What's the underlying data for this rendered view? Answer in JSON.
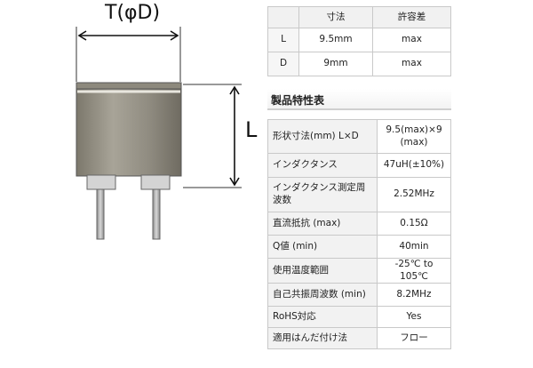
{
  "drawing": {
    "width_label": "T(φD)",
    "length_label": "L"
  },
  "dimension_table": {
    "headers": [
      "",
      "寸法",
      "許容差"
    ],
    "rows": [
      [
        "L",
        "9.5mm",
        "max"
      ],
      [
        "D",
        "9mm",
        "max"
      ]
    ]
  },
  "spec_heading": "製品特性表",
  "spec_table": {
    "rows": [
      {
        "label": "形状寸法(mm) L×D",
        "value_lines": [
          "9.5(max)×9",
          "(max)"
        ]
      },
      {
        "label": "インダクタンス",
        "value_lines": [
          "47uH(±10%)"
        ]
      },
      {
        "label_lines": [
          "インダクタンス測定周",
          "波数"
        ],
        "value_lines": [
          "2.52MHz"
        ]
      },
      {
        "label": "直流抵抗 (max)",
        "value_lines": [
          "0.15Ω"
        ]
      },
      {
        "label": "Q値 (min)",
        "value_lines": [
          "40min"
        ]
      },
      {
        "label": "使用温度範囲",
        "value_lines": [
          "-25℃ to 105℃"
        ]
      },
      {
        "label": "自己共振周波数 (min)",
        "value_lines": [
          "8.2MHz"
        ]
      },
      {
        "label": "RoHS対応",
        "value_lines": [
          "Yes"
        ]
      },
      {
        "label": "適用はんだ付け法",
        "value_lines": [
          "フロー"
        ]
      }
    ]
  }
}
